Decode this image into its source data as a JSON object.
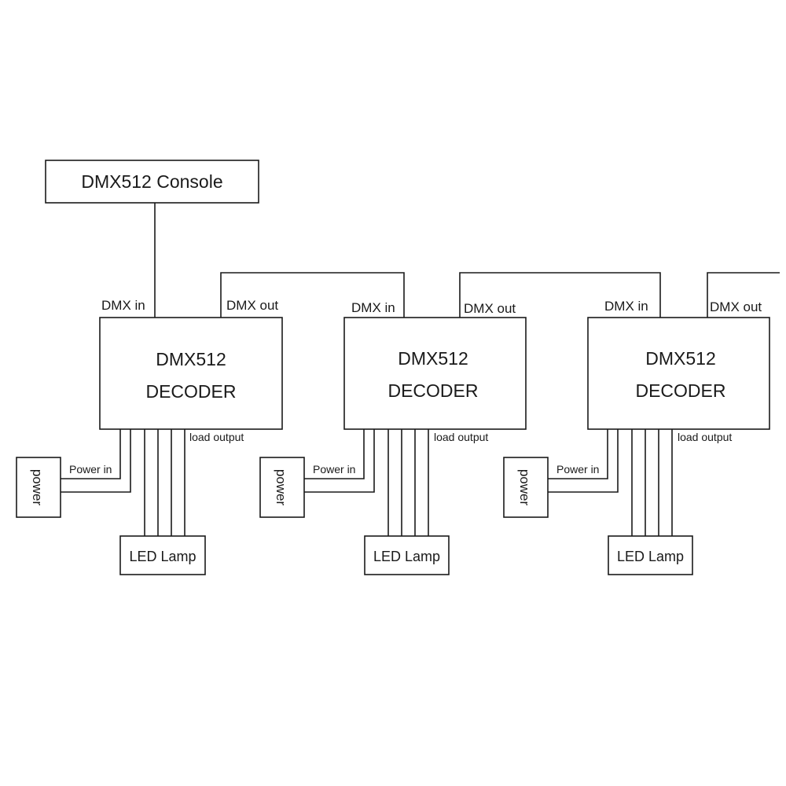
{
  "console": {
    "label": "DMX512 Console"
  },
  "decoders": [
    {
      "title_line1": "DMX512",
      "title_line2": "DECODER",
      "dmx_in": "DMX in",
      "dmx_out": "DMX out",
      "load_output": "load output",
      "power_in": "Power in",
      "power_label": "power",
      "lamp_label": "LED Lamp"
    },
    {
      "title_line1": "DMX512",
      "title_line2": "DECODER",
      "dmx_in": "DMX in",
      "dmx_out": "DMX out",
      "load_output": "load output",
      "power_in": "Power in",
      "power_label": "power",
      "lamp_label": "LED Lamp"
    },
    {
      "title_line1": "DMX512",
      "title_line2": "DECODER",
      "dmx_in": "DMX in",
      "dmx_out": "DMX out",
      "load_output": "load output",
      "power_in": "Power in",
      "power_label": "power",
      "lamp_label": "LED Lamp"
    }
  ]
}
